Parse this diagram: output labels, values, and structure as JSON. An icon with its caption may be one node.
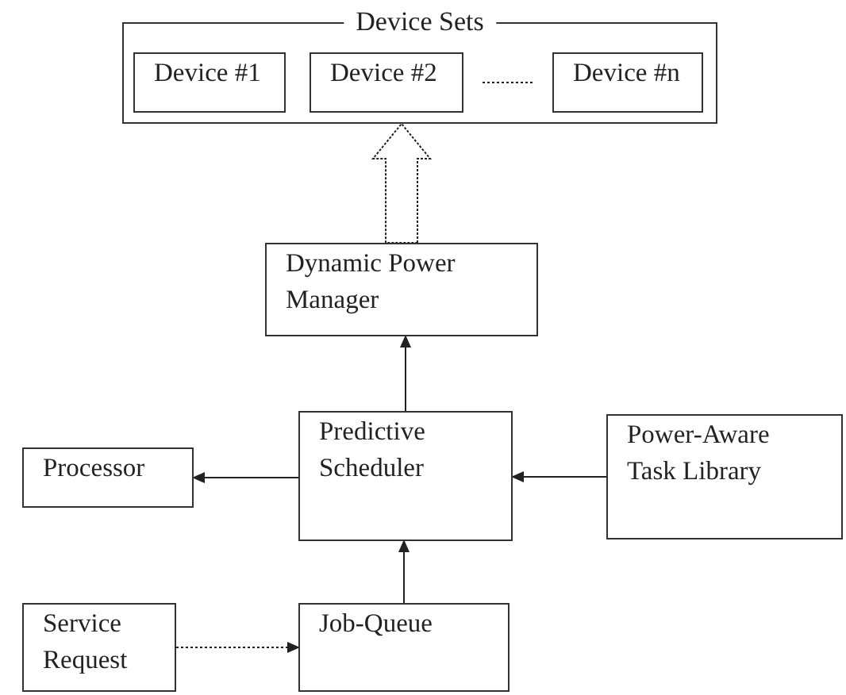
{
  "diagram": {
    "nodes": [
      {
        "text": [
          "Device Sets"
        ]
      },
      {
        "text": [
          "Device #1"
        ],
        "in": 0
      },
      {
        "text": [
          "Device #2"
        ],
        "in": 0
      },
      {
        "text": [
          "Device #n"
        ],
        "in": 0
      },
      {
        "text": [
          "Dynamic Power Manager"
        ]
      },
      {
        "text": [
          "Processor"
        ]
      },
      {
        "text": [
          "Predictive Scheduler"
        ]
      },
      {
        "text": [
          "Power-Aware Task Library"
        ]
      },
      {
        "text": [
          "Service Request"
        ]
      },
      {
        "text": [
          "Job-Queue"
        ]
      }
    ],
    "edges": [
      {
        "from": 4,
        "to": 0,
        "arrow": "to",
        "style": "thick"
      },
      {
        "from": 2,
        "to": 3,
        "arrow": "none",
        "style": "dashed"
      },
      {
        "from": 6,
        "to": 4,
        "arrow": "to"
      },
      {
        "from": 6,
        "to": 5,
        "arrow": "to"
      },
      {
        "from": 7,
        "to": 6,
        "arrow": "to"
      },
      {
        "from": 9,
        "to": 6,
        "arrow": "to"
      },
      {
        "from": 8,
        "to": 9,
        "arrow": "to",
        "style": "dashed"
      }
    ]
  }
}
